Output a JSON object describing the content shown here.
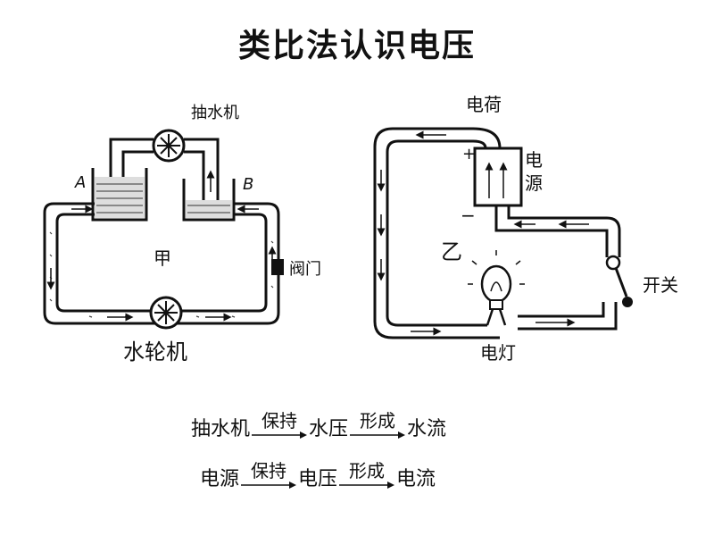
{
  "title": "类比法认识电压",
  "left_diagram": {
    "pump": "抽水机",
    "turbine": "水轮机",
    "valve": "阀门",
    "label_a": "A",
    "label_b": "B",
    "center": "甲"
  },
  "right_diagram": {
    "charge": "电荷",
    "source": "电源",
    "plus": "+",
    "minus": "−",
    "center": "乙",
    "switch": "开关",
    "lamp": "电灯"
  },
  "relations": [
    {
      "source": "抽水机",
      "verb1": "保持",
      "middle": "水压",
      "verb2": "形成",
      "result": "水流"
    },
    {
      "source": "电源",
      "verb1": "保持",
      "middle": "电压",
      "verb2": "形成",
      "result": "电流"
    }
  ]
}
